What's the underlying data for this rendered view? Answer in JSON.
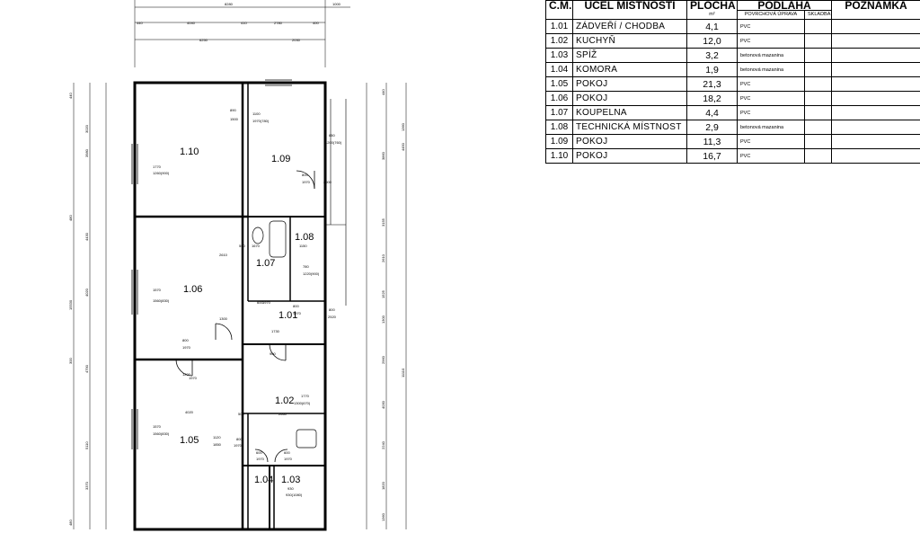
{
  "table": {
    "headers": {
      "cm": "Č.M.",
      "ucel": "ÚČEL MÍSTNOSTI",
      "plocha": "PLOCHA",
      "plocha_unit": "m²",
      "podlaha": "PODLAHA",
      "povrchova": "POVRCHOVÁ ÚPRAVA",
      "skladba": "SKLADBA",
      "poznamka": "POZNÁMKA"
    },
    "rows": [
      {
        "cm": "1.01",
        "name": "ZÁDVEŘÍ / CHODBA",
        "area": "4,1",
        "floor": "PVC"
      },
      {
        "cm": "1.02",
        "name": "KUCHYŇ",
        "area": "12,0",
        "floor": "PVC"
      },
      {
        "cm": "1.03",
        "name": "SPÍŽ",
        "area": "3,2",
        "floor": "betonová mazanina"
      },
      {
        "cm": "1.04",
        "name": "KOMORA",
        "area": "1,9",
        "floor": "betonová mazanina"
      },
      {
        "cm": "1.05",
        "name": "POKOJ",
        "area": "21,3",
        "floor": "PVC"
      },
      {
        "cm": "1.06",
        "name": "POKOJ",
        "area": "18,2",
        "floor": "PVC"
      },
      {
        "cm": "1.07",
        "name": "KOUPELNA",
        "area": "4,4",
        "floor": "PVC"
      },
      {
        "cm": "1.08",
        "name": "TECHNICKÁ MÍSTNOST",
        "area": "2,9",
        "floor": "betonová mazanina"
      },
      {
        "cm": "1.09",
        "name": "POKOJ",
        "area": "11,3",
        "floor": "PVC"
      },
      {
        "cm": "1.10",
        "name": "POKOJ",
        "area": "16,7",
        "floor": "PVC"
      }
    ]
  },
  "plan": {
    "rooms": [
      "1.10",
      "1.09",
      "1.06",
      "1.07",
      "1.08",
      "1.01",
      "1.05",
      "1.02",
      "1.04",
      "1.03"
    ],
    "top_dims": [
      "8280",
      "1000",
      "440",
      "4040",
      "410",
      "2780",
      "400",
      "6250",
      "2030"
    ],
    "left_dims": [
      "440",
      "3020",
      "3980",
      "480",
      "4430",
      "4020",
      "15530",
      "300",
      "4790",
      "5110",
      "3370",
      "480"
    ],
    "right_dims": [
      "440",
      "1360",
      "4450",
      "3860",
      "3155",
      "2610",
      "1525",
      "11110",
      "1300",
      "2960",
      "4030",
      "2240",
      "1820",
      "1360"
    ],
    "annotations": [
      "890",
      "1500",
      "1100",
      "1970(780)",
      "1770",
      "1260(900)",
      "650",
      "1200(760)",
      "800",
      "1970",
      "2000",
      "560",
      "1670",
      "1150",
      "780",
      "1220(900)",
      "2610",
      "1570",
      "1560(830)",
      "1300",
      "800",
      "1970",
      "600",
      "1970",
      "1730",
      "900",
      "800",
      "1970",
      "800",
      "2520",
      "1200",
      "1970",
      "1770",
      "1300(670)",
      "2660",
      "500",
      "4020",
      "1570",
      "1560(830)",
      "1120",
      "1850",
      "800",
      "1970",
      "600",
      "1970",
      "600",
      "1970",
      "930",
      "930(1080)"
    ]
  }
}
